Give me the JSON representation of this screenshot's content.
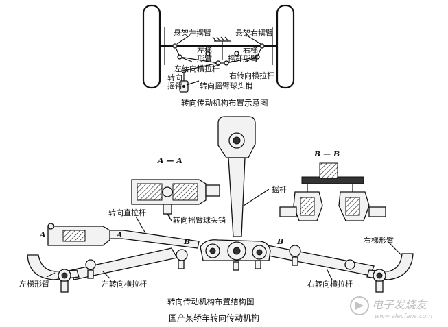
{
  "schematic": {
    "left_knuckle_arm": "悬架左摆臂",
    "right_knuckle_arm": "悬架右摆臂",
    "left_trapezoid_arm": "左梯\n形臂",
    "right_trapezoid_arm": "右梯\n形臂",
    "rocker": "摇杆",
    "left_tie_rod": "左转向横拉杆",
    "right_tie_rod": "右转向横拉杆",
    "pitman_arm": "转向\n摇臂",
    "pitman_ball_pin": "转向摇臂球头销",
    "caption": "转向传动机构布置示意图"
  },
  "structure": {
    "section_aa": "A — A",
    "section_bb": "B — B",
    "rocker": "摇杆",
    "drag_link": "转向直拉杆",
    "pitman_ball_pin": "转向摇臂球头销",
    "right_trapezoid_arm": "右梯形臂",
    "left_trapezoid_arm": "左梯形臂",
    "left_tie_rod": "左转向横拉杆",
    "right_tie_rod": "右转向横拉杆",
    "marker_a": "A",
    "marker_b": "B",
    "caption": "转向传动机构布置结构图"
  },
  "title": "国产某轿车转向传动机构",
  "watermark": {
    "brand": "电子发烧友",
    "url": "www.elecfans.com"
  },
  "icons": {
    "watermark_logo": "elecfans-logo-icon"
  }
}
